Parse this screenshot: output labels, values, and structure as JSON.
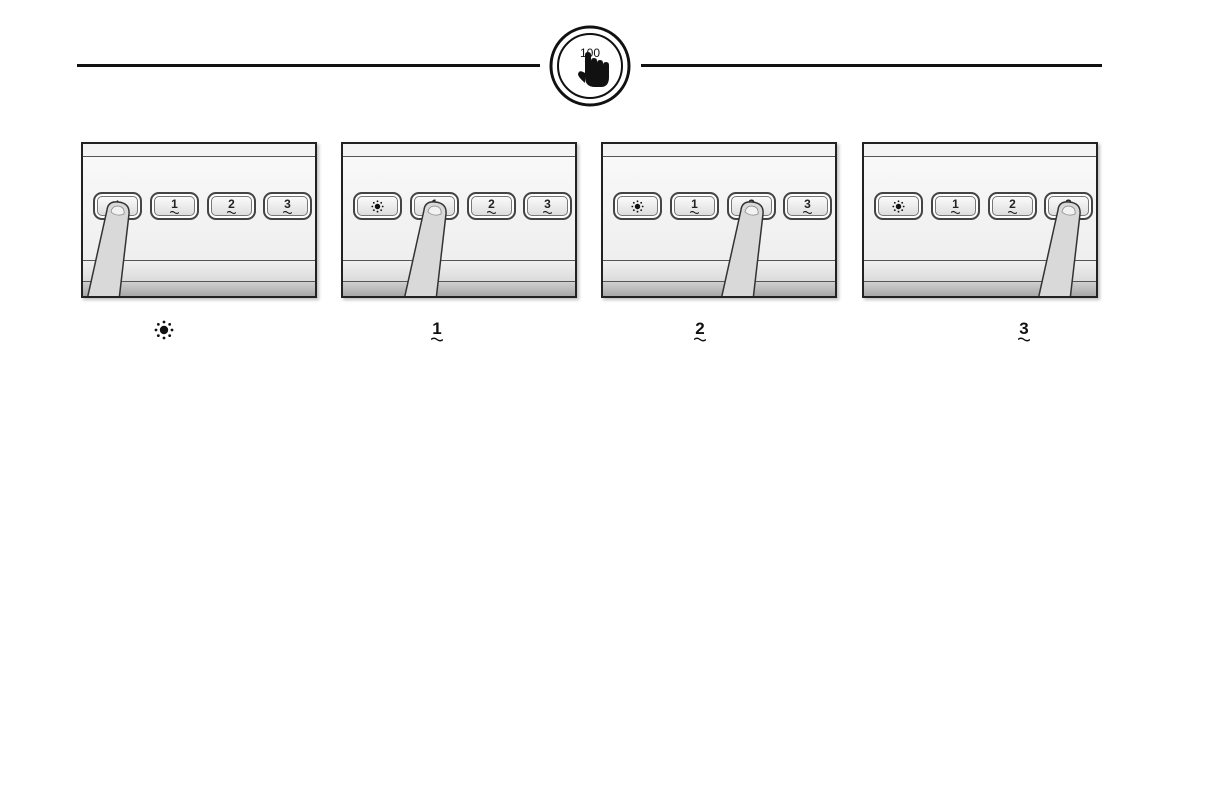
{
  "header": {
    "badge_icon": "touch-hand-icon",
    "badge_text": "100"
  },
  "panels": [
    {
      "keys": [
        {
          "label": "",
          "icon": "sun-icon"
        },
        {
          "label": "1",
          "icon": "wave-icon"
        },
        {
          "label": "2",
          "icon": "wave-icon"
        },
        {
          "label": "3",
          "icon": "wave-icon"
        }
      ],
      "pressed_key": 0,
      "caption": {
        "label": "",
        "icon": "sun-icon"
      }
    },
    {
      "keys": [
        {
          "label": "",
          "icon": "sun-icon"
        },
        {
          "label": "1",
          "icon": "wave-icon"
        },
        {
          "label": "2",
          "icon": "wave-icon"
        },
        {
          "label": "3",
          "icon": "wave-icon"
        }
      ],
      "pressed_key": 1,
      "caption": {
        "label": "1",
        "icon": "wave-icon"
      }
    },
    {
      "keys": [
        {
          "label": "",
          "icon": "sun-icon"
        },
        {
          "label": "1",
          "icon": "wave-icon"
        },
        {
          "label": "2",
          "icon": "wave-icon"
        },
        {
          "label": "3",
          "icon": "wave-icon"
        }
      ],
      "pressed_key": 2,
      "caption": {
        "label": "2",
        "icon": "wave-icon"
      }
    },
    {
      "keys": [
        {
          "label": "",
          "icon": "sun-icon"
        },
        {
          "label": "1",
          "icon": "wave-icon"
        },
        {
          "label": "2",
          "icon": "wave-icon"
        },
        {
          "label": "3",
          "icon": "wave-icon"
        }
      ],
      "pressed_key": 3,
      "caption": {
        "label": "3",
        "icon": "wave-icon"
      }
    }
  ]
}
